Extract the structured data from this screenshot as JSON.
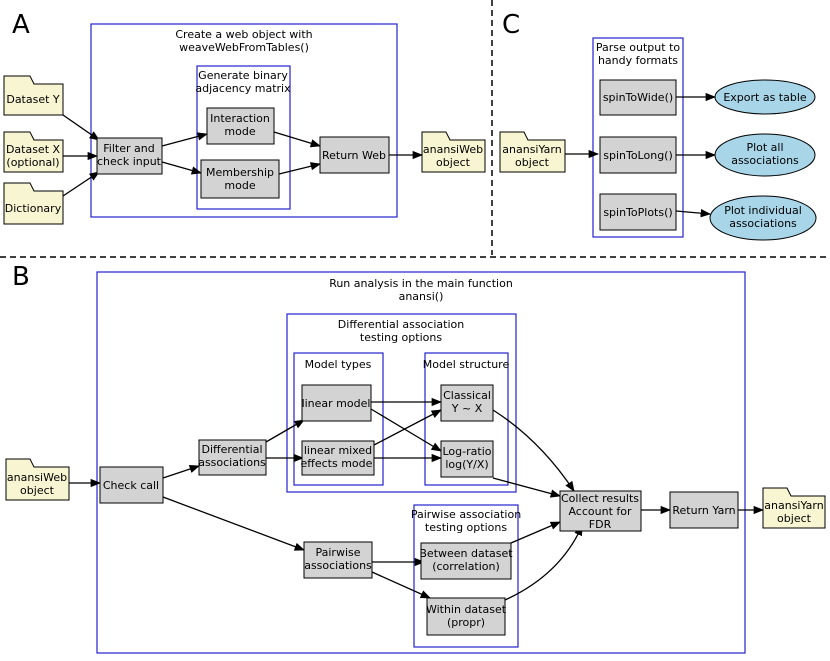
{
  "panels": {
    "a": "A",
    "b": "B",
    "c": "C"
  },
  "groups": {
    "a_web": [
      "Create a web object with",
      "weaveWebFromTables()"
    ],
    "a_adj": [
      "Generate binary",
      "adjacency matrix"
    ],
    "c_parse": [
      "Parse output to",
      "handy formats"
    ],
    "b_main": [
      "Run analysis in the main function",
      "anansi()"
    ],
    "b_diff": [
      "Differential association",
      "testing options"
    ],
    "b_model_types": [
      "Model types"
    ],
    "b_model_structure": [
      "Model structure"
    ],
    "b_pair": [
      "Pairwise association",
      "testing options"
    ]
  },
  "nodes": {
    "dataset_y": [
      "Dataset Y"
    ],
    "dataset_x": [
      "Dataset X",
      "(optional)"
    ],
    "dictionary": [
      "Dictionary"
    ],
    "filter": [
      "Filter and",
      "check input"
    ],
    "interaction": [
      "Interaction",
      "mode"
    ],
    "membership": [
      "Membership",
      "mode"
    ],
    "return_web": [
      "Return Web"
    ],
    "web_out_a": [
      "anansiWeb",
      "object"
    ],
    "yarn_in_c": [
      "anansiYarn",
      "object"
    ],
    "spin_wide": [
      "spinToWide()"
    ],
    "spin_long": [
      "spinToLong()"
    ],
    "spin_plots": [
      "spinToPlots()"
    ],
    "export_table": [
      "Export as table"
    ],
    "plot_all": [
      "Plot all",
      "associations"
    ],
    "plot_individual": [
      "Plot individual",
      "associations"
    ],
    "web_in_b": [
      "anansiWeb",
      "object"
    ],
    "check_call": [
      "Check call"
    ],
    "diff_assoc": [
      "Differential",
      "associations"
    ],
    "linear_model": [
      "linear model"
    ],
    "lme": [
      "linear mixed",
      "effects model"
    ],
    "classical": [
      "Classical",
      "Y ~ X"
    ],
    "logratio": [
      "Log-ratio",
      "log(Y/X)"
    ],
    "pairwise": [
      "Pairwise",
      "associations"
    ],
    "between": [
      "Between dataset",
      "(correlation)"
    ],
    "within": [
      "Within dataset",
      "(propr)"
    ],
    "collect": [
      "Collect results",
      "Account for",
      "FDR"
    ],
    "return_yarn": [
      "Return Yarn"
    ],
    "yarn_out_b": [
      "anansiYarn",
      "object"
    ]
  },
  "colors": {
    "group_border": "#2222cc",
    "process_fill": "#d3d3d3",
    "file_fill": "#f8f6d2",
    "output_fill": "#a8d6e8"
  }
}
